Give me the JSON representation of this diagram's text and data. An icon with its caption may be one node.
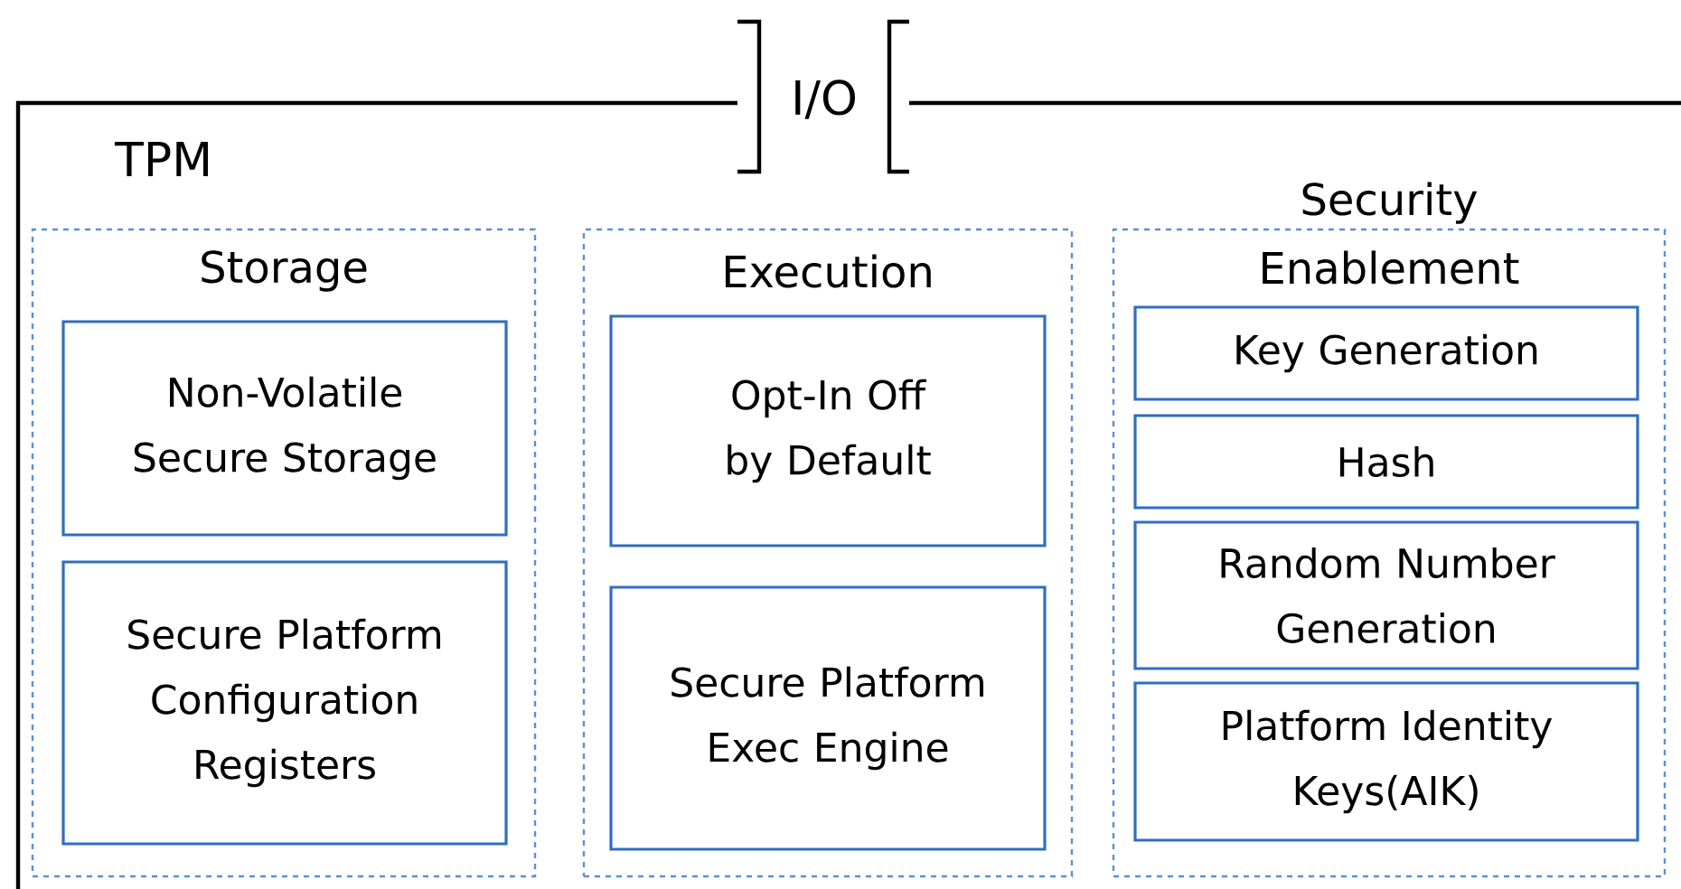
{
  "diagram": {
    "nodes": [
      {
        "text": [
          "TPM"
        ]
      },
      {
        "text": [
          "Storage"
        ],
        "in": 0
      },
      {
        "text": [
          "Non-Volatile Secure Storage"
        ],
        "in": 1
      },
      {
        "text": [
          "Secure Platform Configuration Registers"
        ],
        "in": 1
      },
      {
        "text": [
          "Execution"
        ],
        "in": 0
      },
      {
        "text": [
          "Opt-In Off by Default"
        ],
        "in": 4
      },
      {
        "text": [
          "Secure Platform Exec Engine"
        ],
        "in": 4
      },
      {
        "text": [
          "Security Enablement"
        ],
        "in": 0
      },
      {
        "text": [
          "Key Generation"
        ],
        "in": 7
      },
      {
        "text": [
          "Hash"
        ],
        "in": 7
      },
      {
        "text": [
          "Random Number Generation"
        ],
        "in": 7
      },
      {
        "text": [
          "Platform Identity Keys(AIK)"
        ],
        "in": 7
      }
    ],
    "edges": [],
    "labels": [
      "I/O"
    ]
  }
}
